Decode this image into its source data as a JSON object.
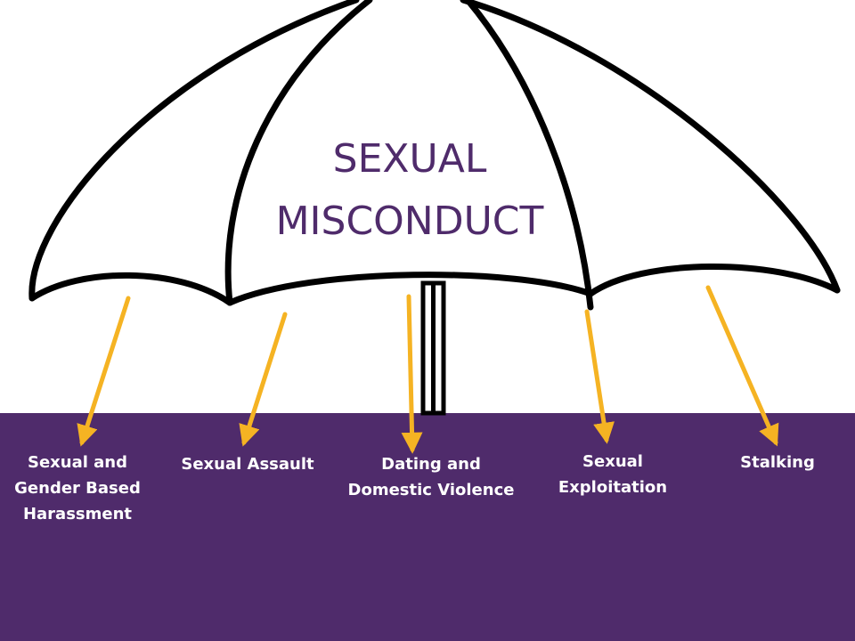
{
  "title": [
    "SEXUAL",
    "MISCONDUCT"
  ],
  "categories": [
    {
      "lines": [
        "Sexual and",
        "Gender Based",
        "Harassment"
      ]
    },
    {
      "lines": [
        "Sexual Assault"
      ]
    },
    {
      "lines": [
        "Dating and",
        "Domestic Violence"
      ]
    },
    {
      "lines": [
        "Sexual",
        "Exploitation"
      ]
    },
    {
      "lines": [
        "Stalking"
      ]
    }
  ],
  "colors": {
    "band": "#4f2b6b",
    "title": "#4f2b6b",
    "arrow": "#f5b323",
    "outline": "#000000",
    "canopy": "#ffffff"
  }
}
